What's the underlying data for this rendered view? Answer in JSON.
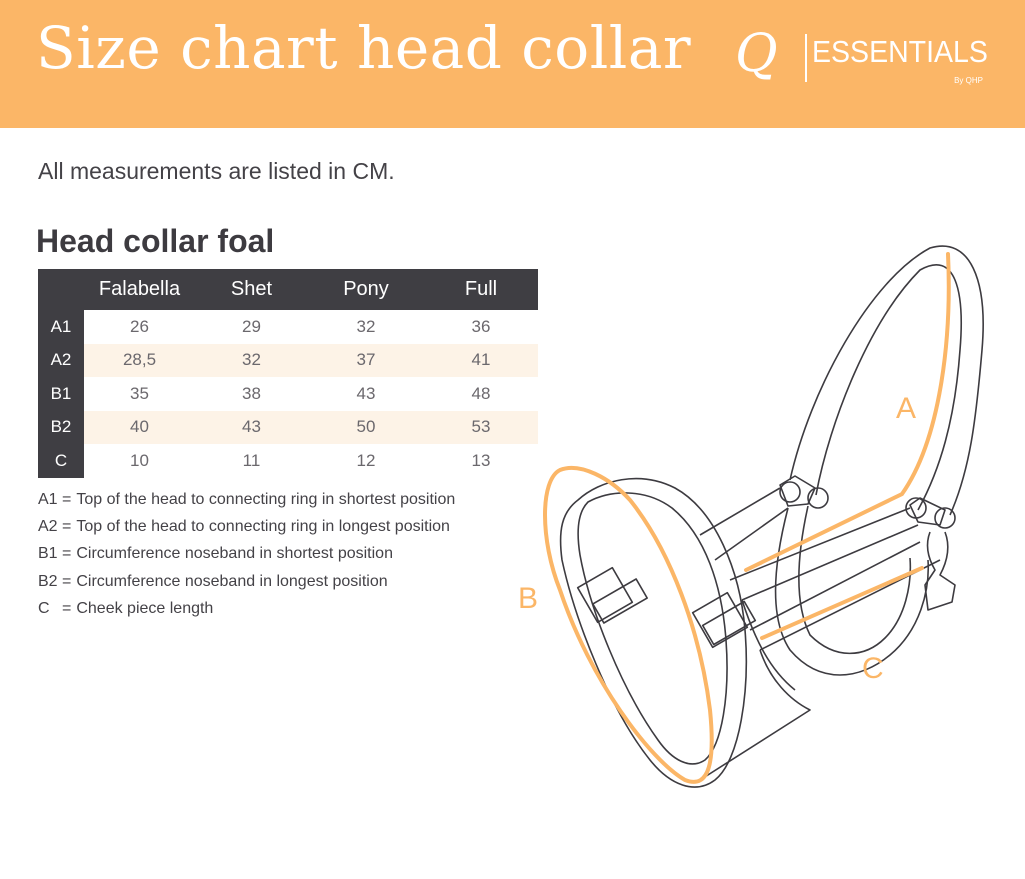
{
  "header": {
    "title": "Size chart head collar",
    "background_color": "#fbb667",
    "logo": {
      "mark": "Q",
      "wordmark": "ESSENTIALS",
      "subtitle": "By QHP"
    }
  },
  "intro_text": "All measurements are listed in CM.",
  "section_title": "Head collar foal",
  "table": {
    "columns": [
      "Falabella",
      "Shet",
      "Pony",
      "Full"
    ],
    "rows": [
      {
        "label": "A1",
        "values": [
          "26",
          "29",
          "32",
          "36"
        ]
      },
      {
        "label": "A2",
        "values": [
          "28,5",
          "32",
          "37",
          "41"
        ]
      },
      {
        "label": "B1",
        "values": [
          "35",
          "38",
          "43",
          "48"
        ]
      },
      {
        "label": "B2",
        "values": [
          "40",
          "43",
          "50",
          "53"
        ]
      },
      {
        "label": "C",
        "values": [
          "10",
          "11",
          "12",
          "13"
        ]
      }
    ],
    "header_color": "#3f3e43",
    "stripe_color": "#fdf3e7"
  },
  "legend": [
    {
      "code": "A1",
      "eq": "=",
      "text": "Top of the head to connecting ring in shortest position"
    },
    {
      "code": "A2",
      "eq": "=",
      "text": "Top of the head to connecting ring in longest position"
    },
    {
      "code": "B1",
      "eq": "=",
      "text": "Circumference noseband in shortest position"
    },
    {
      "code": "B2",
      "eq": "=",
      "text": "Circumference noseband in longest position"
    },
    {
      "code": "C",
      "eq": "=",
      "text": "Cheek piece length"
    }
  ],
  "diagram": {
    "labels": {
      "a": "A",
      "b": "B",
      "c": "C"
    },
    "accent_color": "#fbb667",
    "line_color": "#3d3b40"
  }
}
